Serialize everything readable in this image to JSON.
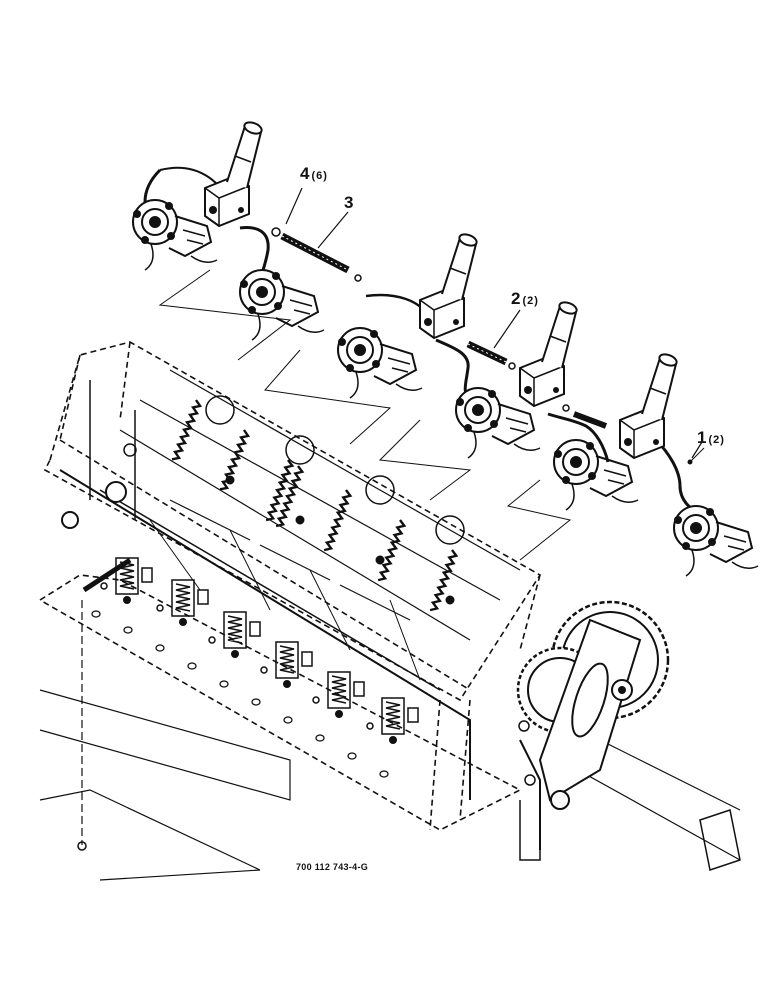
{
  "callouts": [
    {
      "num": "4",
      "qty": "(6)"
    },
    {
      "num": "3",
      "qty": ""
    },
    {
      "num": "2",
      "qty": "(2)"
    },
    {
      "num": "1",
      "qty": "(2)"
    }
  ],
  "part_number": "700 112 743-4-G"
}
